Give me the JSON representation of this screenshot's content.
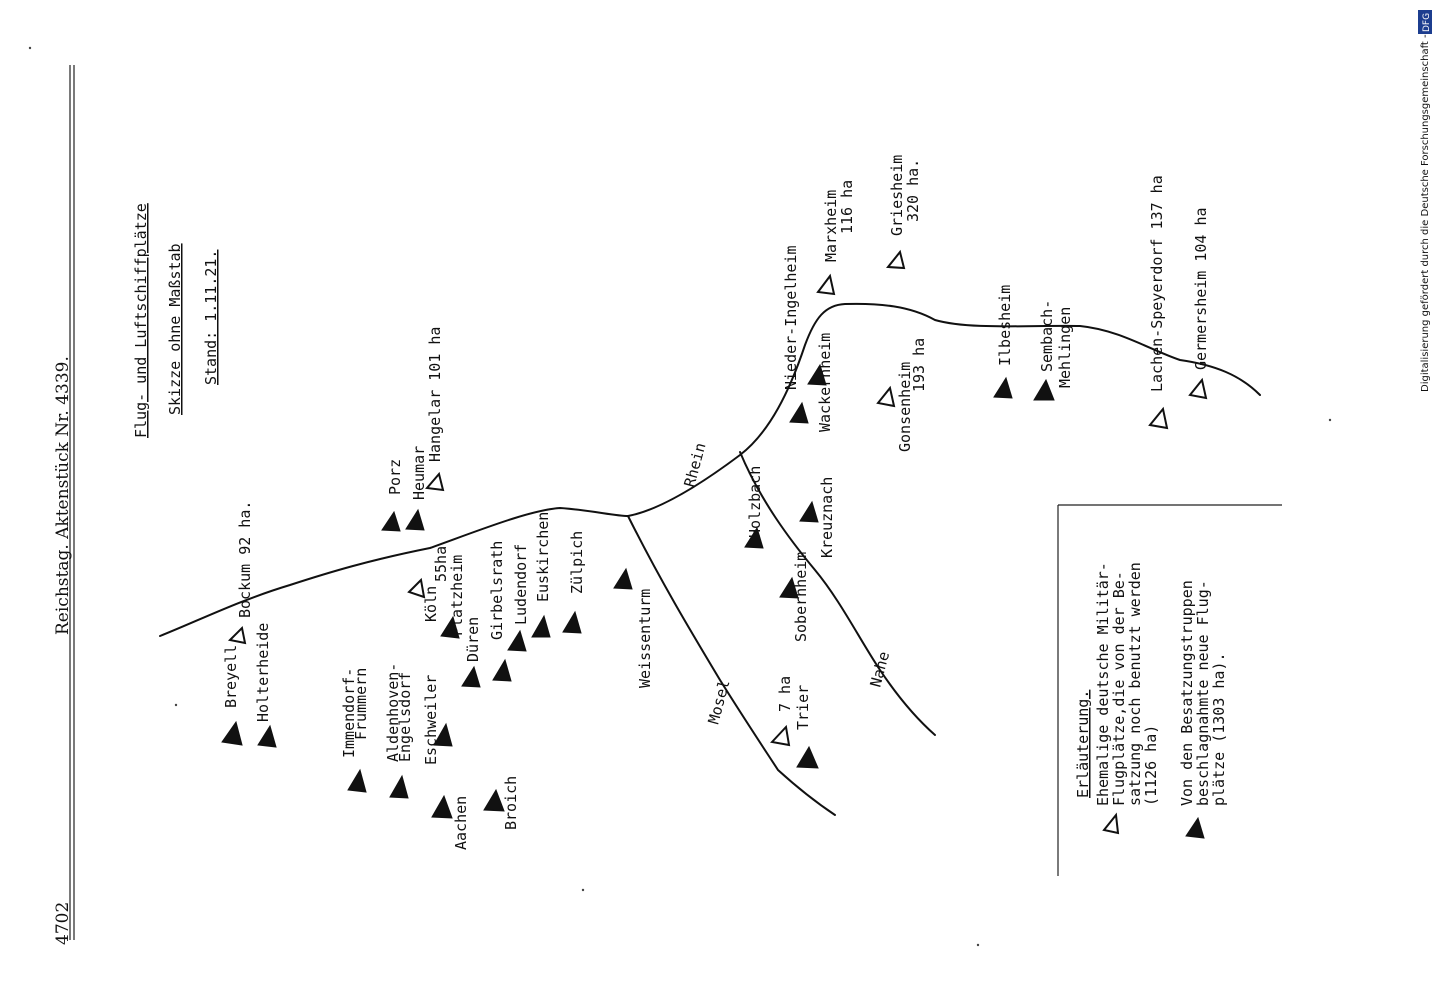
{
  "header": {
    "page_number": "4702",
    "source": "Reichstag. Aktenstück Nr. 4339."
  },
  "title": {
    "line1": "Flug- und Luftschiffplätze",
    "line2": "Skizze ohne Maßstab",
    "line3": "Stand: 1.11.21."
  },
  "rivers": {
    "rhein": "Rhein",
    "mosel": "Mosel",
    "nahe": "Nahe"
  },
  "places": {
    "breyell": "Breyell",
    "holterheide": "Holterheide",
    "bockum": "Bockum 92 ha.",
    "immendorf": "Immendorf-",
    "frummern": "Frummern",
    "aldenhoven": "Aldenhoven-",
    "engelsdorf": "Engelsdorf",
    "eschweiler": "Eschweiler",
    "aachen": "Aachen",
    "broich": "Broich",
    "koeln": "Köln",
    "koeln_ha": "55ha",
    "platzheim": "Platzheim",
    "porz": "Porz",
    "heumar": "Heumar",
    "hangelar": "Hangelar 101 ha",
    "dueren": "Düren",
    "girbelsrath": "Girbelsrath",
    "ludendorf": "Ludendorf",
    "euskirchen": "Euskirchen",
    "zuelpich": "Zülpich",
    "weissenturm": "Weissenturm",
    "trier_ha": "7 ha",
    "trier": "Trier",
    "holzbach": "Holzbach",
    "sobernheim": "Sobernheim",
    "kreuznach": "Kreuznach",
    "nieder_ingelheim": "Nieder-Ingelheim",
    "wackernheim": "Wackernheim",
    "marxheim": "Marxheim",
    "marxheim_ha": "116 ha",
    "griesheim": "Griesheim",
    "griesheim_ha": "320 ha.",
    "gonsenheim": "Gonsenheim",
    "gonsenheim_ha": "193 ha",
    "ilbesheim": "Ilbesheim",
    "sembach": "Sembach-",
    "mehlingen": "Mehlingen",
    "lachen": "Lachen-Speyerdorf 137 ha",
    "germersheim": "Germersheim 104 ha"
  },
  "legend": {
    "heading": "Erläuterung.",
    "old_1": "Ehemalige deutsche Militär-",
    "old_2": "Flugplätze,die von der Be-",
    "old_3": "satzung noch benutzt werden",
    "old_4": "(1126 ha)",
    "new_1": "Von den Besatzungstruppen",
    "new_2": "beschlagnahmte neue Flug-",
    "new_3": "plätze (1303 ha)."
  },
  "margin_note": "Digitalisierung gefördert durch die Deutsche Forschungsgemeinschaft -",
  "margin_logo": "DFG",
  "colors": {
    "ink": "#111111",
    "paper": "#ffffff",
    "logo": "#1c3d8f"
  }
}
